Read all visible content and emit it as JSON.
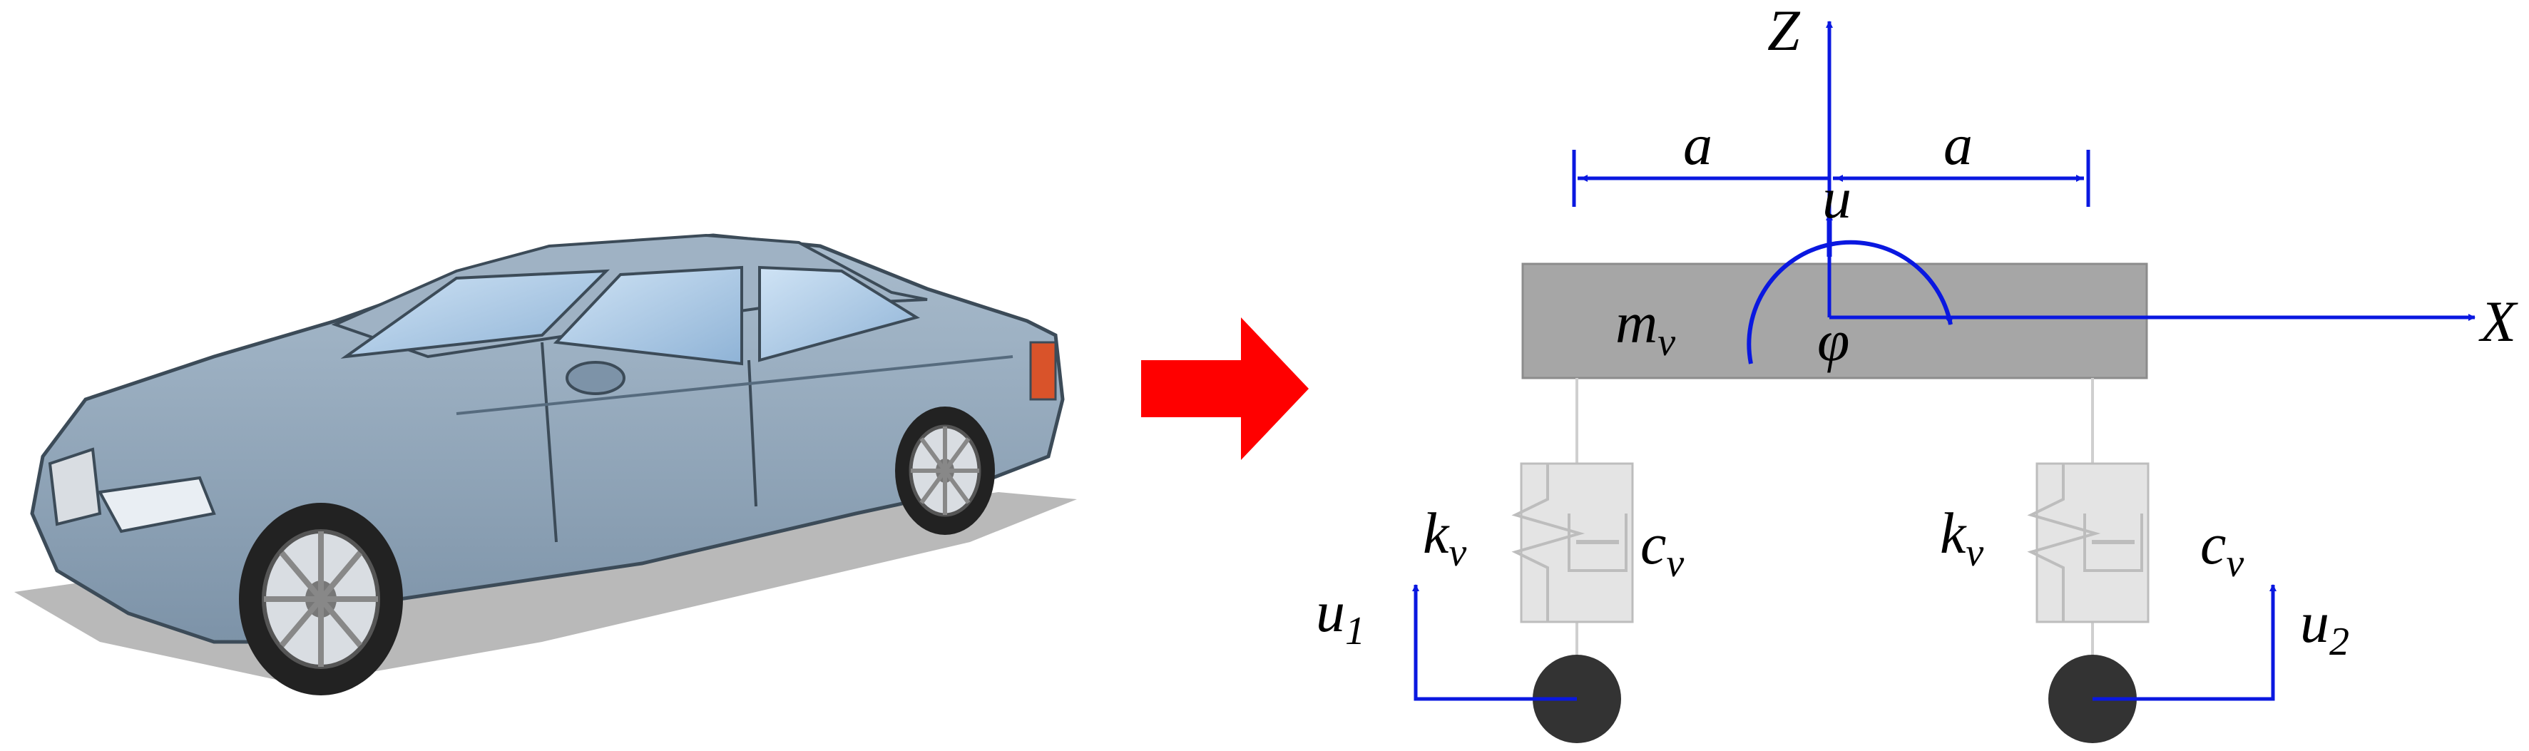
{
  "colors": {
    "axis_blue": "#0a18e0",
    "arrow_red": "#ff0000",
    "body_gray": "#a6a6a6",
    "damper_gray": "#e4e4e4",
    "wheel_dark": "#333333",
    "car_body": "#8fa5b8"
  },
  "icons": {
    "transform_arrow": "right-arrow-icon",
    "car": "car-illustration"
  },
  "diagram": {
    "axis_z": "Z",
    "axis_x": "X",
    "dim_left": "a",
    "dim_right": "a",
    "vertical_disp": "u",
    "mass": {
      "base": "m",
      "sub": "v"
    },
    "rotation": "φ",
    "left_suspension": {
      "spring": {
        "base": "k",
        "sub": "v"
      },
      "damper": {
        "base": "c",
        "sub": "v"
      }
    },
    "right_suspension": {
      "spring": {
        "base": "k",
        "sub": "v"
      },
      "damper": {
        "base": "c",
        "sub": "v"
      }
    },
    "left_input": {
      "base": "u",
      "sub": "1"
    },
    "right_input": {
      "base": "u",
      "sub": "2"
    }
  }
}
